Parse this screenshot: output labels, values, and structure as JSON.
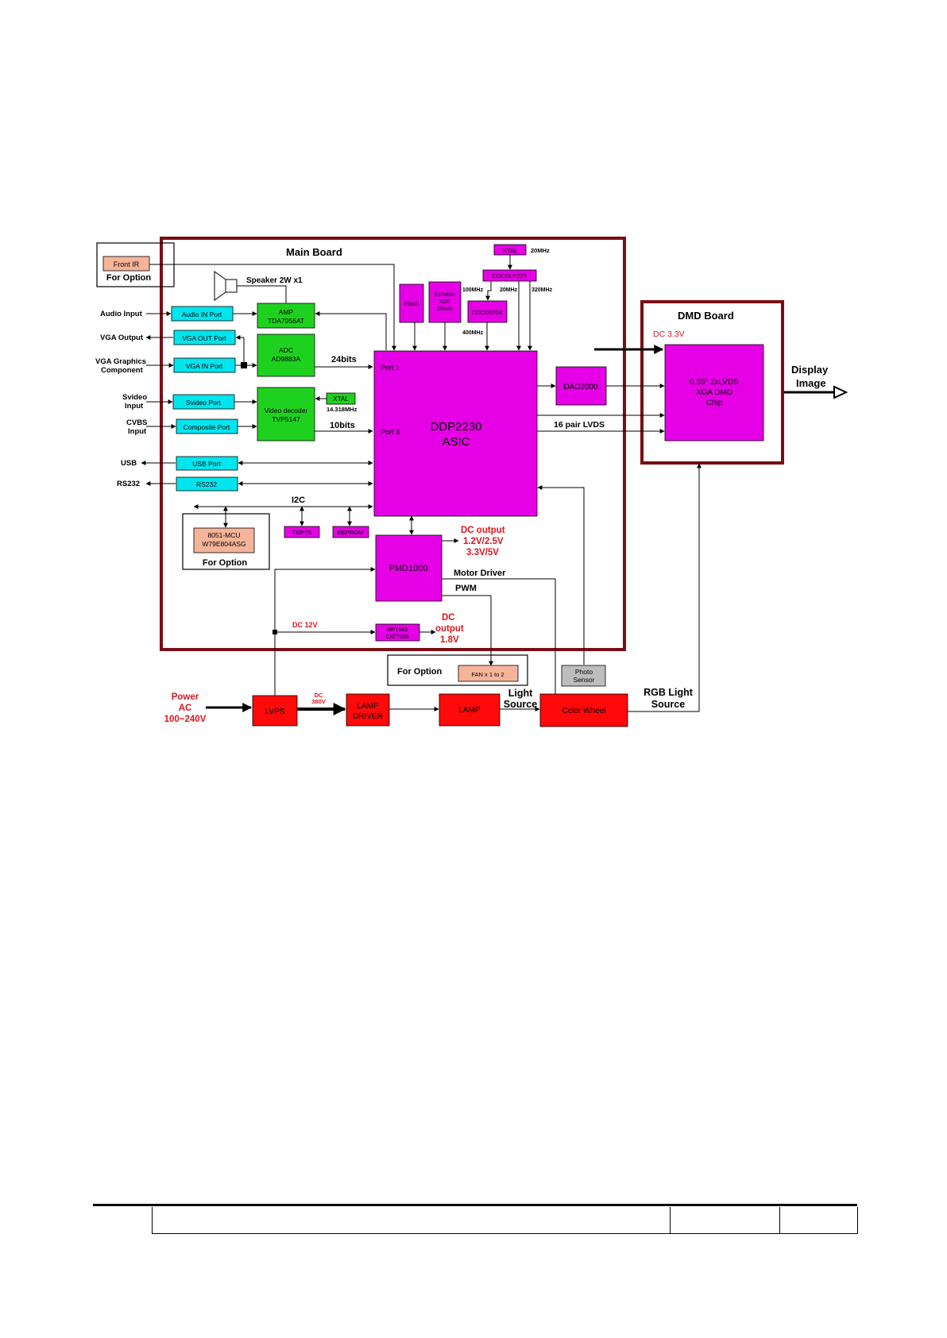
{
  "boards": {
    "main": "Main Board",
    "dmd": "DMD Board"
  },
  "inputs": {
    "audio_input": "Audio Input",
    "vga_output": "VGA Output",
    "vga_graphics": "VGA Graphics",
    "component": "Component",
    "svideo": "Svideo",
    "svideo_input": "Input",
    "cvbs": "CVBS",
    "cvbs_input": "Input",
    "usb": "USB",
    "rs232": "RS232"
  },
  "blocks": {
    "front_ir": "Front IR",
    "for_option_1": "For Option",
    "speaker": "Speaker 2W x1",
    "audio_in_port": "Audio IN Port",
    "amp_1": "AMP",
    "amp_2": "TDA7056AT",
    "vga_out_port": "VGA OUT Port",
    "vga_in_port": "VGA IN Port",
    "adc_1": "ADC",
    "adc_2": "AD9883A",
    "svideo_port": "Svideo Port",
    "composite_port": "Composite Port",
    "video_decoder_1": "Video decoder",
    "video_decoder_2": "TVP5147",
    "xtal_small": "XTAL",
    "xtal_small_freq": "14.318MHz",
    "usb_port": "USB Port",
    "rs232_port": "RS232",
    "i2c": "I2C",
    "mcu_1": "8051-MCU",
    "mcu_2": "W79E804ASG",
    "for_option_2": "For Option",
    "tmp75": "TMP75",
    "eeprom": "EEPROM",
    "flash": "Flash",
    "ddr_1": "512Mbits",
    "ddr_2": "XDR",
    "ddr_3": "DRAM",
    "xtal_top": "XTAL",
    "xtal_top_freq": "20MHz",
    "cdcdlp223": "CDCDLP223",
    "cdcd5704": "CDCD5704",
    "freq_100": "100MHz",
    "freq_20": "20MHz",
    "freq_320": "320MHz",
    "freq_400": "400MHz",
    "asic_1": "DDP2230",
    "asic_2": "ASIC",
    "port1": "Port 1",
    "port3": "Port 3",
    "bits24": "24bits",
    "bits10": "10bits",
    "dad2000": "DAD2000",
    "lvds16": "16 pair LVDS",
    "pmd1000": "PMD1000",
    "dc_output_1": "DC output",
    "dc_output_1_v1": "1.2V/2.5V",
    "dc_output_1_v2": "3.3V/5V",
    "motor_driver": "Motor Driver",
    "pwm": "PWM",
    "dc12v": "DC 12V",
    "mp1583_1": "MP1583",
    "mp1583_2": "CAT7106",
    "dc_output_2_a": "DC",
    "dc_output_2_b": "output",
    "dc_output_2_c": "1.8V",
    "for_option_3": "For Option",
    "fan": "FAN x 1 to 2",
    "photo_1": "Photo",
    "photo_2": "Sensor",
    "dc33": "DC 3.3V",
    "dmd_1": "0.55\" 2xLVDS",
    "dmd_2": "XGA DMD",
    "dmd_3": "Chip",
    "display_1": "Display",
    "display_2": "Image"
  },
  "power": {
    "power_1": "Power",
    "power_2": "AC",
    "power_3": "100~240V",
    "lvps": "LVPS",
    "dc380_1": "DC",
    "dc380_2": "380V",
    "lamp_driver_1": "LAMP",
    "lamp_driver_2": "DRIVER",
    "lamp": "LAMP",
    "light_source_1": "Light",
    "light_source_2": "Source",
    "color_wheel": "Color Wheel",
    "rgb_1": "RGB Light",
    "rgb_2": "Source"
  },
  "colors": {
    "board_border": "#7a0e14",
    "magenta": "#e600e6",
    "cyan": "#00e5ee",
    "green": "#1fd11f",
    "red": "#ff0a0a",
    "salmon": "#f5b49a",
    "gray": "#bdbdbd"
  }
}
